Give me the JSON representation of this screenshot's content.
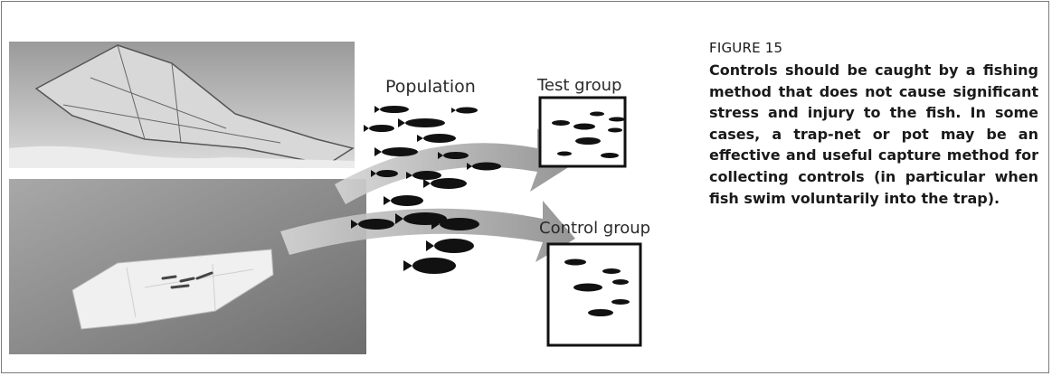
{
  "figure": {
    "label": "FIGURE 15",
    "caption": "Controls should be caught by a fishing method that does not cause significant stress and injury to the fish. In some cases, a trap-net or pot may be an effective and useful capture method for collecting controls (in particular when fish swim voluntarily into the trap)."
  },
  "illustration": {
    "population_label": "Population",
    "test_group_label": "Test group",
    "control_group_label": "Control group"
  }
}
